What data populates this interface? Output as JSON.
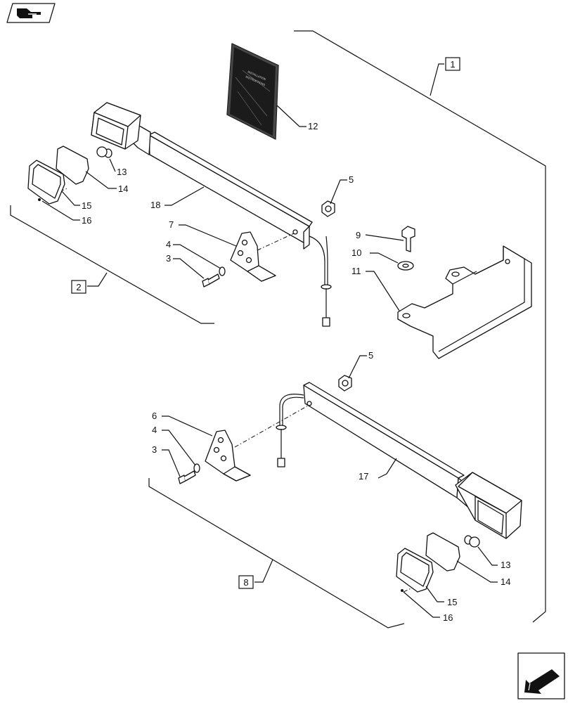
{
  "callouts": [
    "1",
    "2",
    "3",
    "4",
    "5",
    "6",
    "7",
    "8",
    "9",
    "10",
    "11",
    "12",
    "13",
    "14",
    "15",
    "16",
    "17",
    "18"
  ],
  "booklet": {
    "title_line1": "INSTALLATION",
    "title_line2": "INSTRUCTIONS"
  },
  "icons": {
    "top_left": "hand-pointing-icon",
    "bottom_right": "arrow-back-icon"
  },
  "colors": {
    "line": "#111111",
    "background": "#ffffff"
  }
}
